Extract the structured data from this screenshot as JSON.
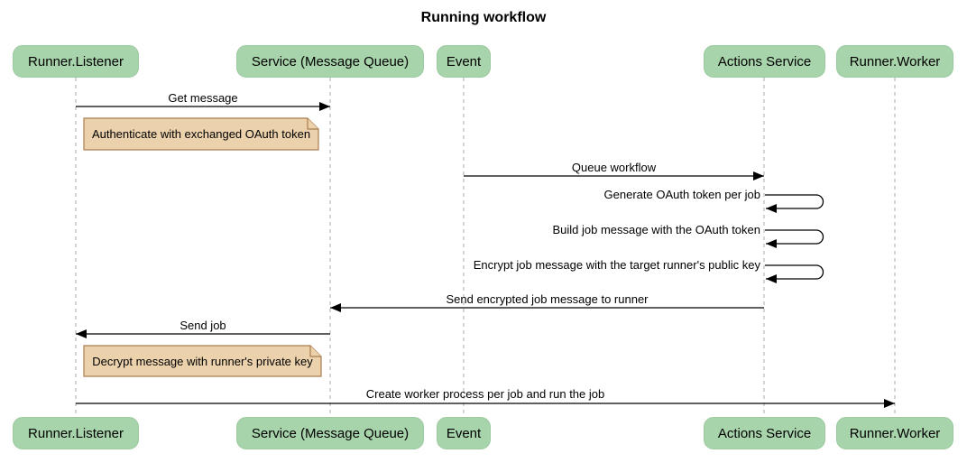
{
  "title": "Running workflow",
  "participants": [
    {
      "label": "Runner.Listener"
    },
    {
      "label": "Service (Message Queue)"
    },
    {
      "label": "Event"
    },
    {
      "label": "Actions Service"
    },
    {
      "label": "Runner.Worker"
    }
  ],
  "messages": {
    "get_message": "Get message",
    "queue_workflow": "Queue workflow",
    "generate_token": "Generate OAuth token per job",
    "build_job_message": "Build job message with the OAuth token",
    "encrypt_job_message": "Encrypt job message with the target runner's public key",
    "send_encrypted": "Send encrypted job message to runner",
    "send_job": "Send job",
    "create_worker": "Create worker process per job and run the job"
  },
  "notes": {
    "authenticate": "Authenticate with exchanged OAuth token",
    "decrypt": "Decrypt message with runner's private key"
  },
  "colors": {
    "participant_fill": "#a8d4ab",
    "participant_border": "#9cc99f",
    "note_fill": "#ecd2ac",
    "note_border": "#a97d50",
    "lifeline": "#ababab",
    "arrow": "#000000"
  }
}
